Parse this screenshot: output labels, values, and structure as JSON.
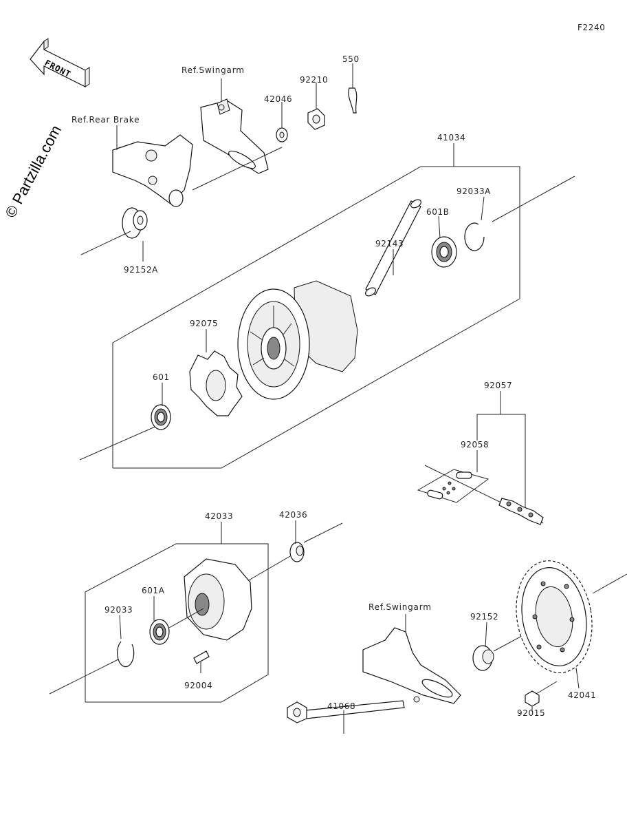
{
  "figure_code": "F2240",
  "watermark": "© Partzilla.com",
  "front_arrow_label": "FRONT",
  "reference_labels": {
    "swingarm_top": "Ref.Swingarm",
    "rear_brake": "Ref.Rear Brake",
    "swingarm_bottom": "Ref.Swingarm"
  },
  "parts": [
    {
      "id": "p550",
      "number": "550"
    },
    {
      "id": "p92210",
      "number": "92210"
    },
    {
      "id": "p42046",
      "number": "42046"
    },
    {
      "id": "p41034",
      "number": "41034"
    },
    {
      "id": "p92033A",
      "number": "92033A"
    },
    {
      "id": "p601B",
      "number": "601B"
    },
    {
      "id": "p92143",
      "number": "92143"
    },
    {
      "id": "p92152A",
      "number": "92152A"
    },
    {
      "id": "p92075",
      "number": "92075"
    },
    {
      "id": "p601",
      "number": "601"
    },
    {
      "id": "p92057",
      "number": "92057"
    },
    {
      "id": "p92058",
      "number": "92058"
    },
    {
      "id": "p42033",
      "number": "42033"
    },
    {
      "id": "p42036",
      "number": "42036"
    },
    {
      "id": "p601A",
      "number": "601A"
    },
    {
      "id": "p92033",
      "number": "92033"
    },
    {
      "id": "p92004",
      "number": "92004"
    },
    {
      "id": "p92152",
      "number": "92152"
    },
    {
      "id": "p41068",
      "number": "41068"
    },
    {
      "id": "p92015",
      "number": "92015"
    },
    {
      "id": "p42041",
      "number": "42041"
    }
  ]
}
